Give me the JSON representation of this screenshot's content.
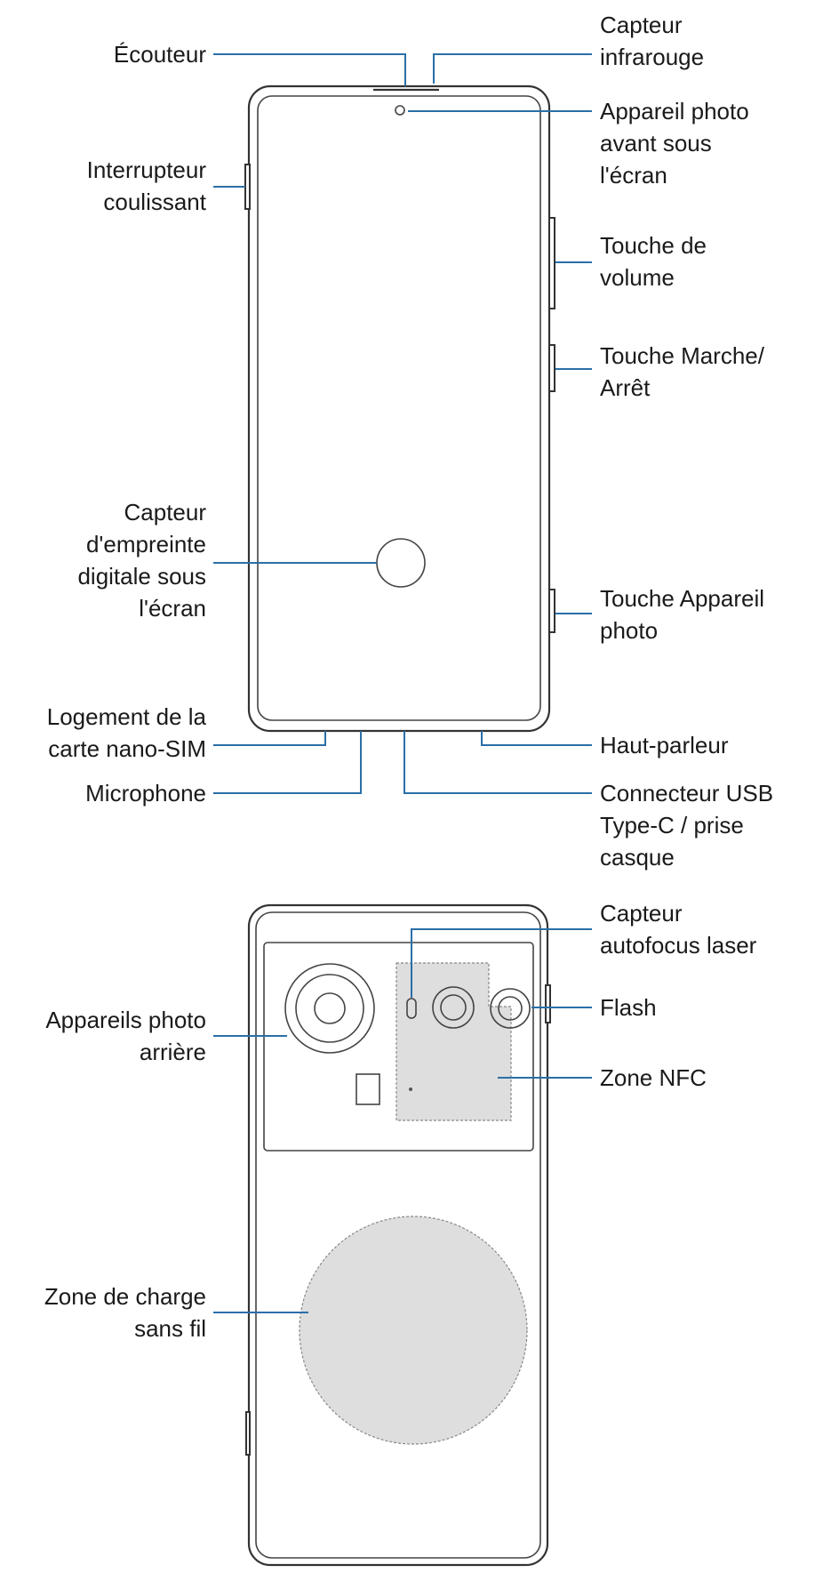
{
  "colors": {
    "leader": "#2a6fa8",
    "outline": "#333333",
    "zone_fill": "#dedede"
  },
  "front": {
    "earpiece": "Écouteur",
    "infrared_sensor": "Capteur\ninfrarouge",
    "front_camera": "Appareil photo\navant sous\nl'écran",
    "slide_switch": "Interrupteur\ncoulissant",
    "volume_key": "Touche de\nvolume",
    "power_key": "Touche Marche/\nArrêt",
    "fingerprint_sensor": "Capteur\nd'empreinte\ndigitale sous\nl'écran",
    "camera_key": "Touche Appareil\nphoto",
    "nano_sim_slot": "Logement de la\ncarte nano-SIM",
    "speaker": "Haut-parleur",
    "microphone": "Microphone",
    "usb_connector": "Connecteur USB\nType-C / prise\ncasque"
  },
  "back": {
    "laser_af_sensor": "Capteur\nautofocus laser",
    "rear_cameras": "Appareils photo\narrière",
    "flash": "Flash",
    "nfc_zone": "Zone NFC",
    "wireless_charging": "Zone de charge\nsans fil"
  }
}
